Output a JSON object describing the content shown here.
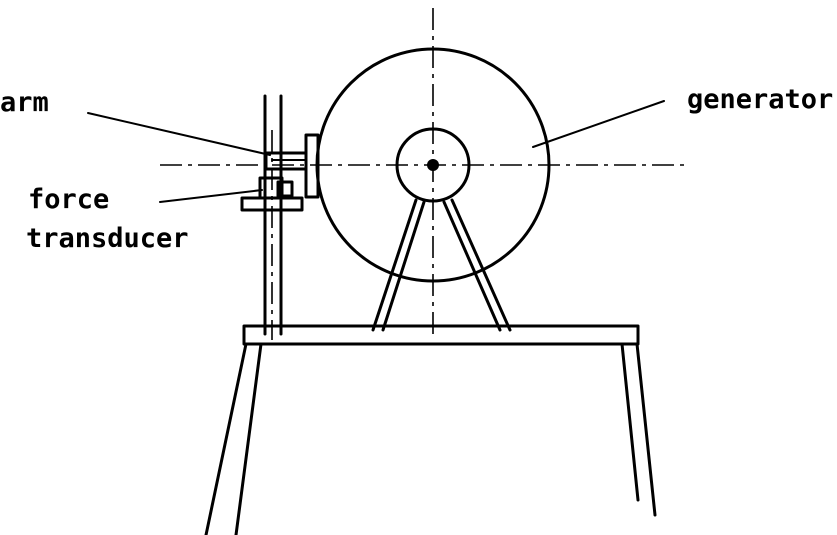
{
  "diagram": {
    "labels": {
      "generator": "generator",
      "arm": "arm",
      "force_line1": "force",
      "force_line2": "transducer"
    },
    "colors": {
      "ink": "#000000",
      "background": "#ffffff"
    }
  }
}
